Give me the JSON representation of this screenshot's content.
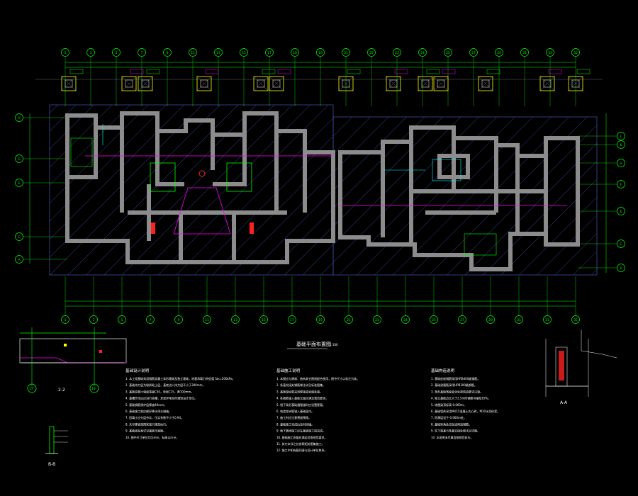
{
  "colors": {
    "background": "#000000",
    "grid": "#00ff00",
    "wall": "#9a9a9a",
    "hatch": "#4a5ca8",
    "text": "#ffffff",
    "accent_magenta": "#ff00ff",
    "accent_red": "#ff2020",
    "accent_yellow": "#ffff00",
    "accent_cyan": "#00ffff"
  },
  "plan": {
    "title": "基础平面布置图",
    "scale": "1:100",
    "top_axes": [
      "1",
      "3",
      "5",
      "7",
      "9",
      "11",
      "13",
      "15",
      "17",
      "18",
      "19",
      "21",
      "22",
      "23",
      "24",
      "25",
      "27",
      "29",
      "31",
      "33",
      "35"
    ],
    "bottom_axes": [
      "1",
      "3",
      "5",
      "7",
      "9",
      "11",
      "13",
      "15",
      "17",
      "19",
      "21",
      "23",
      "24",
      "25",
      "27",
      "29",
      "31",
      "33",
      "35"
    ],
    "left_axes": [
      "H",
      "G",
      "E",
      "C",
      "A"
    ],
    "right_axes": [
      "L",
      "K",
      "H",
      "F",
      "E",
      "C",
      "A"
    ]
  },
  "section_a": {
    "label": "2-2",
    "axis_left": "17",
    "axis_right": "19"
  },
  "section_b": {
    "label": "A-A"
  },
  "detail_small": {
    "label": "B-B"
  },
  "notes": [
    {
      "title": "基础设计说明",
      "lines": [
        "1. 本工程基础采用钢筋混凝土条形基础及独立基础，地基承载力特征值 fak=200kPa。",
        "2. 基础持力层为粉质粘土层，基底进入持力层不小于300mm。",
        "3. 基础混凝土强度等级C30，垫层C15，厚100mm。",
        "4. 基槽开挖后应进行验槽，发现异常及时通知设计单位。",
        "5. 基础钢筋保护层厚度40mm。",
        "6. 基础施工前应做好降水排水措施。",
        "7. 回填土应分层夯实，压实系数不小于0.94。",
        "8. 未尽事宜按国家现行规范执行。",
        "9. 基础底标高详见基础平面图。",
        "10. 图中尺寸单位均为mm，标高以m计。"
      ]
    },
    {
      "title": "基础施工说明",
      "lines": [
        "1. 本图应与建筑、结构其它图纸配合使用，图中尺寸以标注为准。",
        "2. 条基交接处钢筋做法详见标准图集。",
        "3. 基础梁纵筋采用焊接或机械连接。",
        "4. 柱插筋锚入基础长度应满足规范要求。",
        "5. 墙下条形基础遇管道时应设置套管。",
        "6. 构造柱纵筋锚入基础梁内。",
        "7. 施工时应注意预留预埋。",
        "8. 基础施工完成后及时回填。",
        "9. 地下管线施工应在基础施工前完成。",
        "10. 基础施工质量应满足验收规范要求。",
        "11. 其它未详之处参照相关图集施工。",
        "12. 施工中如有疑问请与设计单位联系。"
      ]
    },
    {
      "title": "基础构造说明",
      "lines": [
        "1. 基础底板钢筋采用HRB400级钢筋。",
        "2. 基础梁箍筋采用HPB300级钢筋。",
        "3. 条形基础宽度变化处按构造要求过渡。",
        "4. 独立基础边长大于2.5m时钢筋可缩短10%。",
        "5. 地圈梁顶标高-0.060m。",
        "6. 基础墙体采用MU15混凝土实心砖，M10水泥砂浆。",
        "7. 防潮层设于-0.060m处。",
        "8. 基础转角处应加设附加钢筋。",
        "9. 柱下独基与条基交接处做法见详图。",
        "10. 本说明未尽事宜按规范执行。"
      ]
    }
  ]
}
